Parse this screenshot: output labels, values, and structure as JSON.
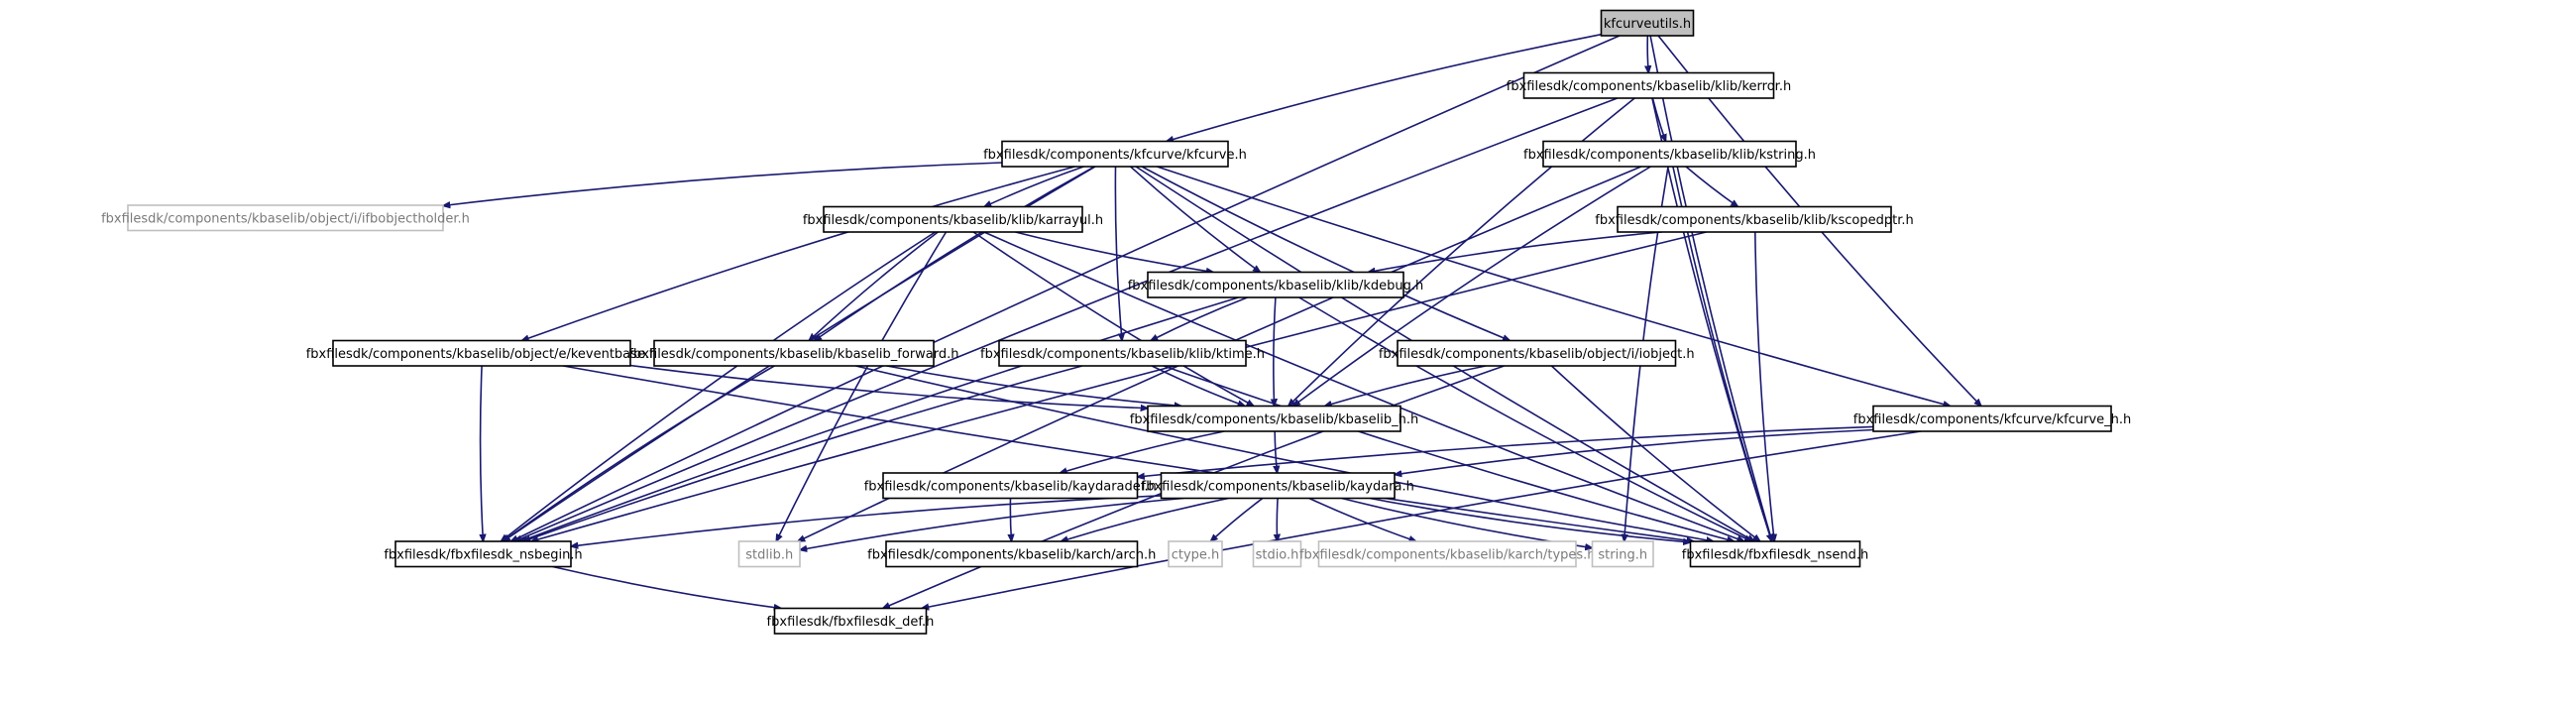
{
  "graph": {
    "edge_color": "#191970",
    "root_fill": "#bfbfbf",
    "nodes": [
      {
        "id": "kfcurveutils",
        "label": "kfcurveutils.h",
        "kind": "root"
      },
      {
        "id": "kerror",
        "label": "fbxfilesdk/components/kbaselib/klib/kerror.h",
        "kind": "doc"
      },
      {
        "id": "kfcurve",
        "label": "fbxfilesdk/components/kfcurve/kfcurve.h",
        "kind": "doc"
      },
      {
        "id": "kstring",
        "label": "fbxfilesdk/components/kbaselib/klib/kstring.h",
        "kind": "doc"
      },
      {
        "id": "ifbobjectholder",
        "label": "fbxfilesdk/components/kbaselib/object/i/ifbobjectholder.h",
        "kind": "external"
      },
      {
        "id": "karrayul",
        "label": "fbxfilesdk/components/kbaselib/klib/karrayul.h",
        "kind": "doc"
      },
      {
        "id": "kscopedptr",
        "label": "fbxfilesdk/components/kbaselib/klib/kscopedptr.h",
        "kind": "doc"
      },
      {
        "id": "kdebug",
        "label": "fbxfilesdk/components/kbaselib/klib/kdebug.h",
        "kind": "doc"
      },
      {
        "id": "keventbase",
        "label": "fbxfilesdk/components/kbaselib/object/e/keventbase.h",
        "kind": "doc"
      },
      {
        "id": "kbaselib_forward",
        "label": "fbxfilesdk/components/kbaselib/kbaselib_forward.h",
        "kind": "doc"
      },
      {
        "id": "ktime",
        "label": "fbxfilesdk/components/kbaselib/klib/ktime.h",
        "kind": "doc"
      },
      {
        "id": "iobject",
        "label": "fbxfilesdk/components/kbaselib/object/i/iobject.h",
        "kind": "doc"
      },
      {
        "id": "kbaselib_h",
        "label": "fbxfilesdk/components/kbaselib/kbaselib_h.h",
        "kind": "doc"
      },
      {
        "id": "kfcurve_h",
        "label": "fbxfilesdk/components/kfcurve/kfcurve_h.h",
        "kind": "doc"
      },
      {
        "id": "kaydaradef",
        "label": "fbxfilesdk/components/kbaselib/kaydaradef.h",
        "kind": "doc"
      },
      {
        "id": "kaydara",
        "label": "fbxfilesdk/components/kbaselib/kaydara.h",
        "kind": "doc"
      },
      {
        "id": "nsbegin",
        "label": "fbxfilesdk/fbxfilesdk_nsbegin.h",
        "kind": "doc"
      },
      {
        "id": "stdlib",
        "label": "stdlib.h",
        "kind": "external"
      },
      {
        "id": "arch",
        "label": "fbxfilesdk/components/kbaselib/karch/arch.h",
        "kind": "doc"
      },
      {
        "id": "ctype",
        "label": "ctype.h",
        "kind": "external"
      },
      {
        "id": "stdio",
        "label": "stdio.h",
        "kind": "external"
      },
      {
        "id": "types",
        "label": "fbxfilesdk/components/kbaselib/karch/types.h",
        "kind": "external"
      },
      {
        "id": "string",
        "label": "string.h",
        "kind": "external"
      },
      {
        "id": "nsend",
        "label": "fbxfilesdk/fbxfilesdk_nsend.h",
        "kind": "doc"
      },
      {
        "id": "def",
        "label": "fbxfilesdk/fbxfilesdk_def.h",
        "kind": "doc"
      }
    ],
    "edges": [
      [
        "kfcurveutils",
        "kerror"
      ],
      [
        "kfcurveutils",
        "kfcurve"
      ],
      [
        "kfcurveutils",
        "kfcurve_h"
      ],
      [
        "kfcurveutils",
        "nsbegin"
      ],
      [
        "kfcurveutils",
        "nsend"
      ],
      [
        "kerror",
        "kstring"
      ],
      [
        "kerror",
        "kbaselib_h"
      ],
      [
        "kerror",
        "nsbegin"
      ],
      [
        "kerror",
        "nsend"
      ],
      [
        "kstring",
        "kscopedptr"
      ],
      [
        "kstring",
        "string"
      ],
      [
        "kstring",
        "kbaselib_h"
      ],
      [
        "kstring",
        "stdlib"
      ],
      [
        "kstring",
        "nsend"
      ],
      [
        "kfcurve",
        "ifbobjectholder"
      ],
      [
        "kfcurve",
        "karrayul"
      ],
      [
        "kfcurve",
        "keventbase"
      ],
      [
        "kfcurve",
        "kbaselib_forward"
      ],
      [
        "kfcurve",
        "kdebug"
      ],
      [
        "kfcurve",
        "ktime"
      ],
      [
        "kfcurve",
        "iobject"
      ],
      [
        "kfcurve",
        "kfcurve_h"
      ],
      [
        "kfcurve",
        "nsbegin"
      ],
      [
        "kfcurve",
        "nsend"
      ],
      [
        "karrayul",
        "kdebug"
      ],
      [
        "karrayul",
        "kbaselib_forward"
      ],
      [
        "karrayul",
        "kbaselib_h"
      ],
      [
        "karrayul",
        "nsbegin"
      ],
      [
        "karrayul",
        "stdlib"
      ],
      [
        "karrayul",
        "nsend"
      ],
      [
        "kscopedptr",
        "kdebug"
      ],
      [
        "kscopedptr",
        "nsbegin"
      ],
      [
        "kscopedptr",
        "nsend"
      ],
      [
        "kdebug",
        "ktime"
      ],
      [
        "kdebug",
        "kbaselib_h"
      ],
      [
        "kdebug",
        "nsbegin"
      ],
      [
        "kdebug",
        "nsend"
      ],
      [
        "ktime",
        "kbaselib_h"
      ],
      [
        "ktime",
        "nsbegin"
      ],
      [
        "ktime",
        "nsend"
      ],
      [
        "keventbase",
        "kbaselib_h"
      ],
      [
        "keventbase",
        "nsbegin"
      ],
      [
        "keventbase",
        "nsend"
      ],
      [
        "kbaselib_forward",
        "kbaselib_h"
      ],
      [
        "kbaselib_forward",
        "nsbegin"
      ],
      [
        "kbaselib_forward",
        "nsend"
      ],
      [
        "iobject",
        "kbaselib_h"
      ],
      [
        "iobject",
        "def"
      ],
      [
        "iobject",
        "nsend"
      ],
      [
        "kbaselib_h",
        "kaydaradef"
      ],
      [
        "kbaselib_h",
        "kaydara"
      ],
      [
        "kfcurve_h",
        "kaydaradef"
      ],
      [
        "kfcurve_h",
        "kaydara"
      ],
      [
        "kfcurve_h",
        "def"
      ],
      [
        "kaydaradef",
        "arch"
      ],
      [
        "kaydara",
        "nsbegin"
      ],
      [
        "kaydara",
        "stdlib"
      ],
      [
        "kaydara",
        "arch"
      ],
      [
        "kaydara",
        "ctype"
      ],
      [
        "kaydara",
        "stdio"
      ],
      [
        "kaydara",
        "types"
      ],
      [
        "kaydara",
        "string"
      ],
      [
        "kaydara",
        "nsend"
      ],
      [
        "nsbegin",
        "def"
      ]
    ]
  }
}
